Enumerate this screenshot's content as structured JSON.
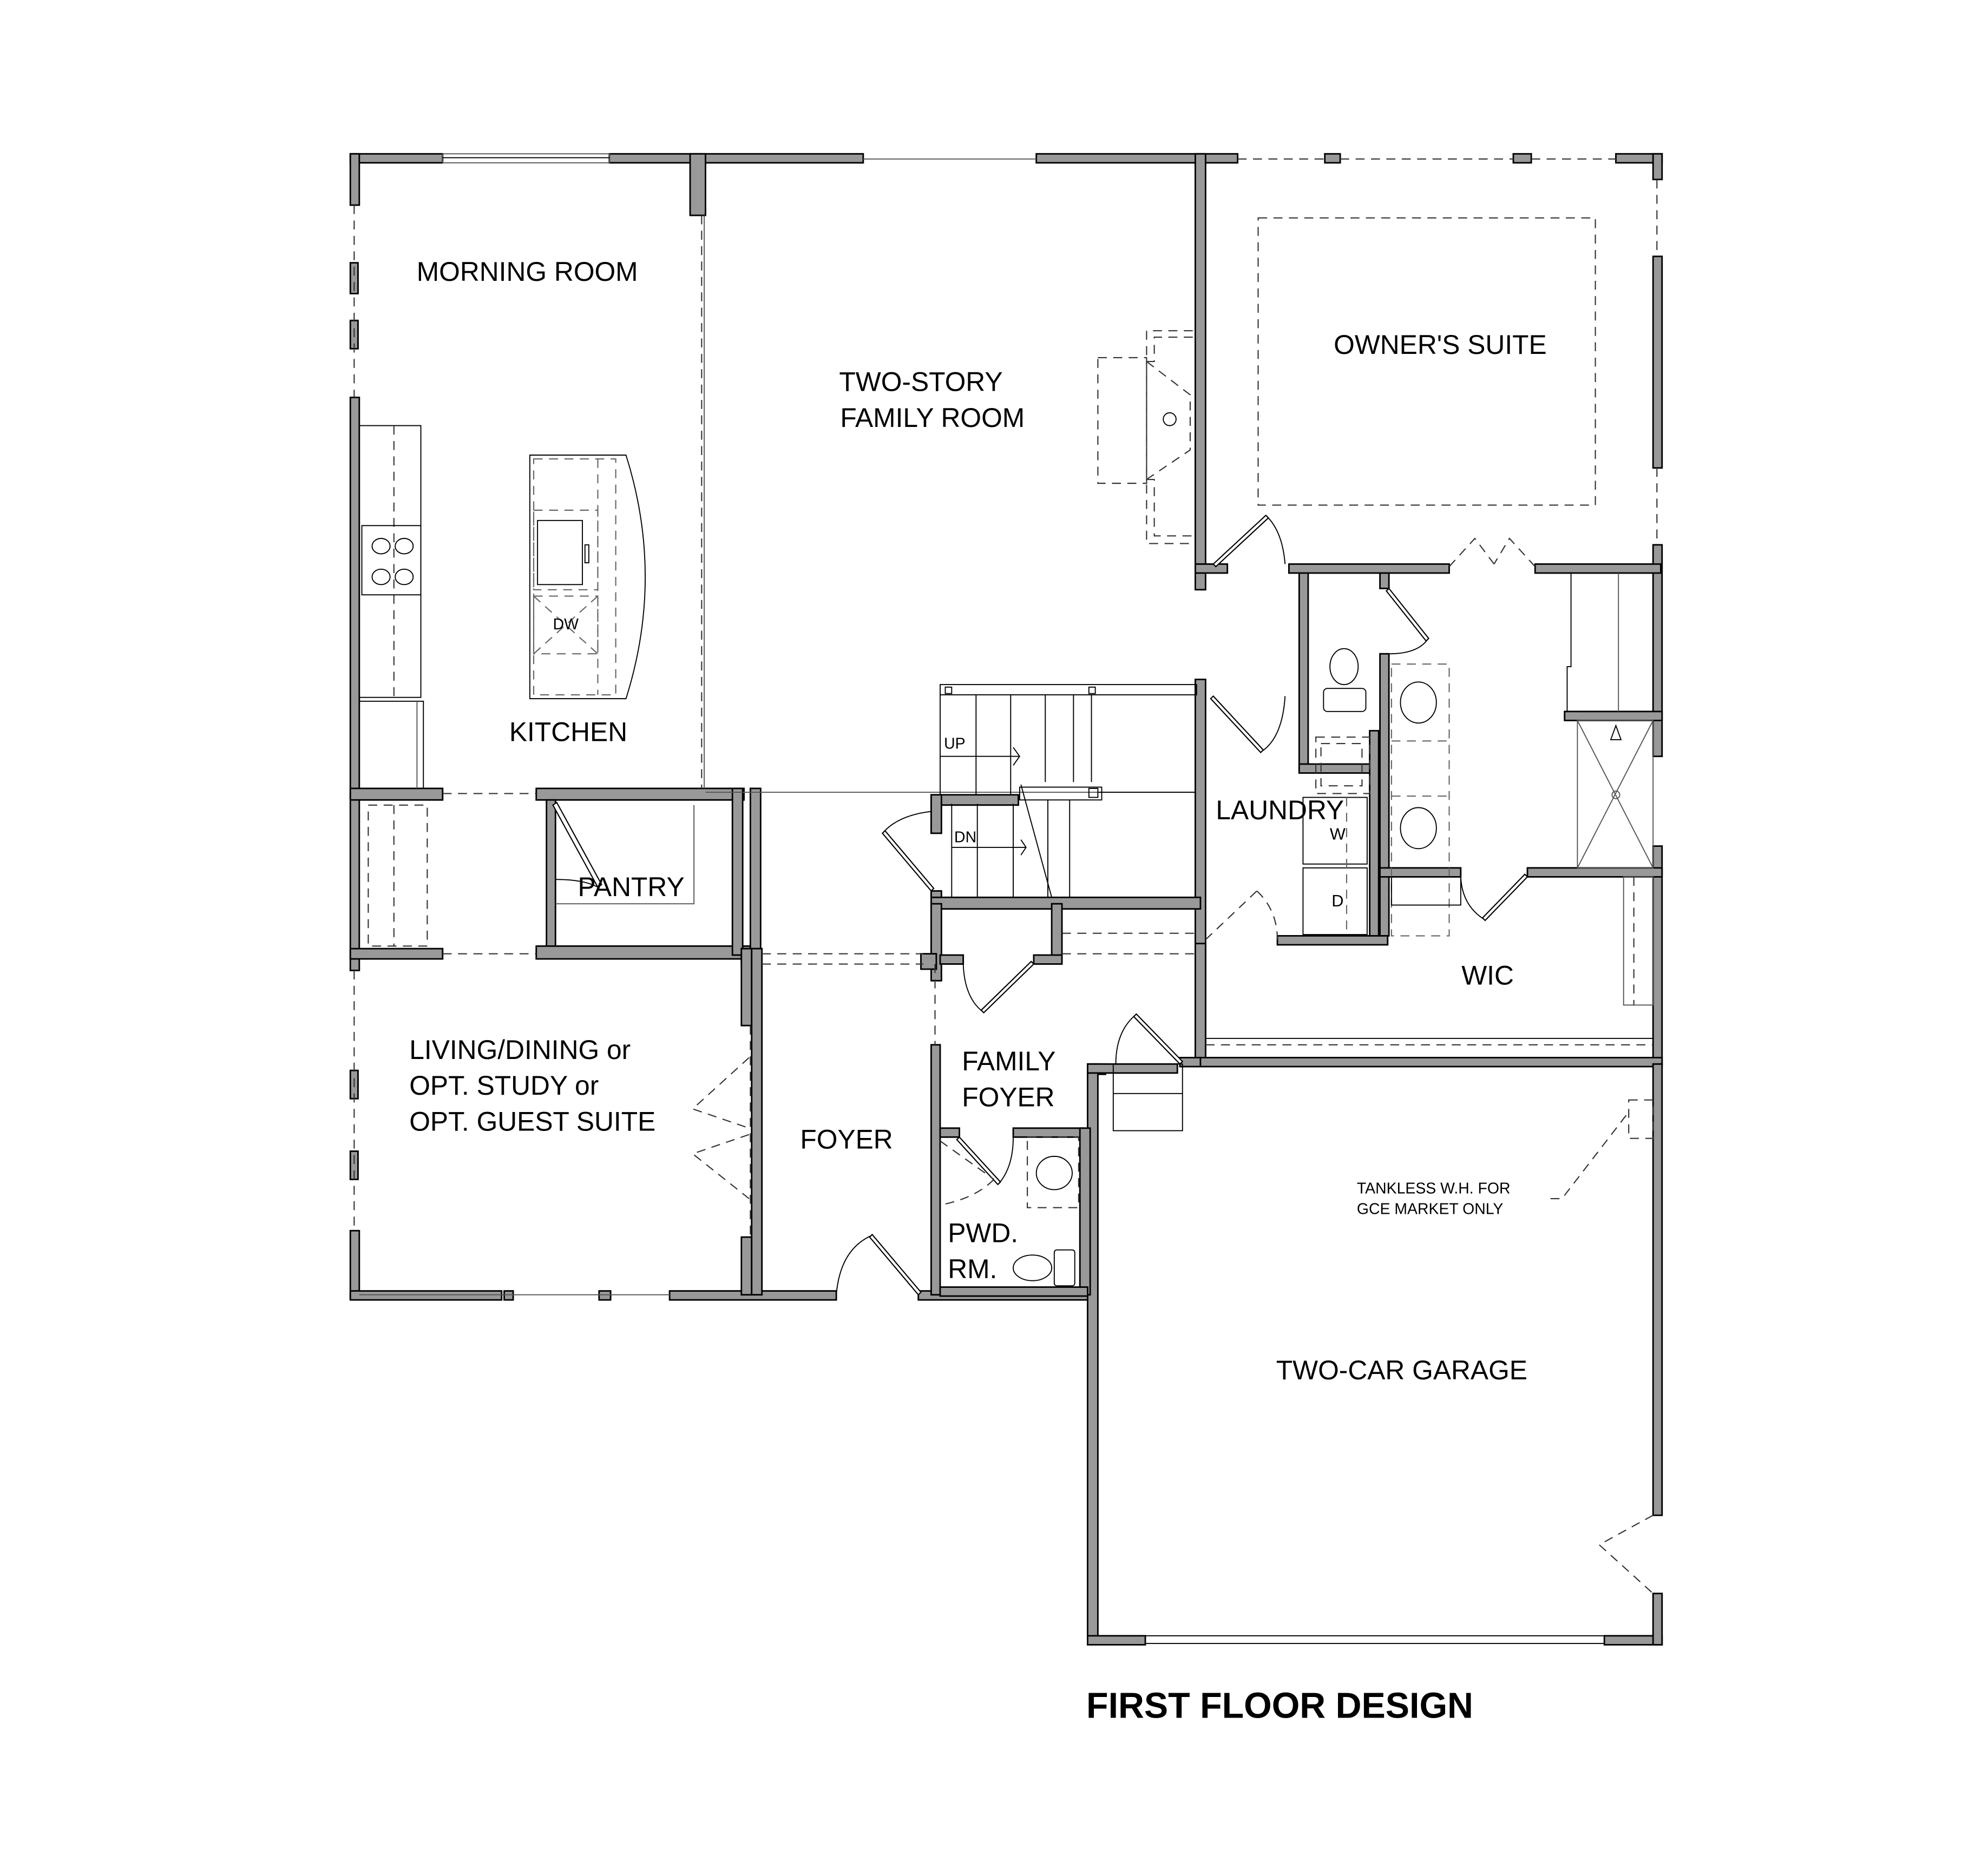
{
  "title": "FIRST FLOOR DESIGN",
  "rooms": {
    "morning_room": "MORNING ROOM",
    "family_room_line1": "TWO-STORY",
    "family_room_line2": "FAMILY ROOM",
    "owners_suite": "OWNER'S SUITE",
    "kitchen": "KITCHEN",
    "dishwasher": "DW",
    "pantry": "PANTRY",
    "laundry": "LAUNDRY",
    "washer": "W",
    "dryer": "D",
    "wic": "WIC",
    "living_line1": "LIVING/DINING or",
    "living_line2": "OPT. STUDY or",
    "living_line3": "OPT. GUEST SUITE",
    "foyer": "FOYER",
    "family_foyer_line1": "FAMILY",
    "family_foyer_line2": "FOYER",
    "powder_line1": "PWD.",
    "powder_line2": "RM.",
    "garage": "TWO-CAR GARAGE"
  },
  "stairs": {
    "up": "UP",
    "down": "DN"
  },
  "notes": {
    "water_heater_line1": "TANKLESS W.H. FOR",
    "water_heater_line2": "GCE MARKET ONLY"
  },
  "colors": {
    "wall_fill": "#999999",
    "wall_outline": "#000000",
    "background": "#ffffff"
  }
}
